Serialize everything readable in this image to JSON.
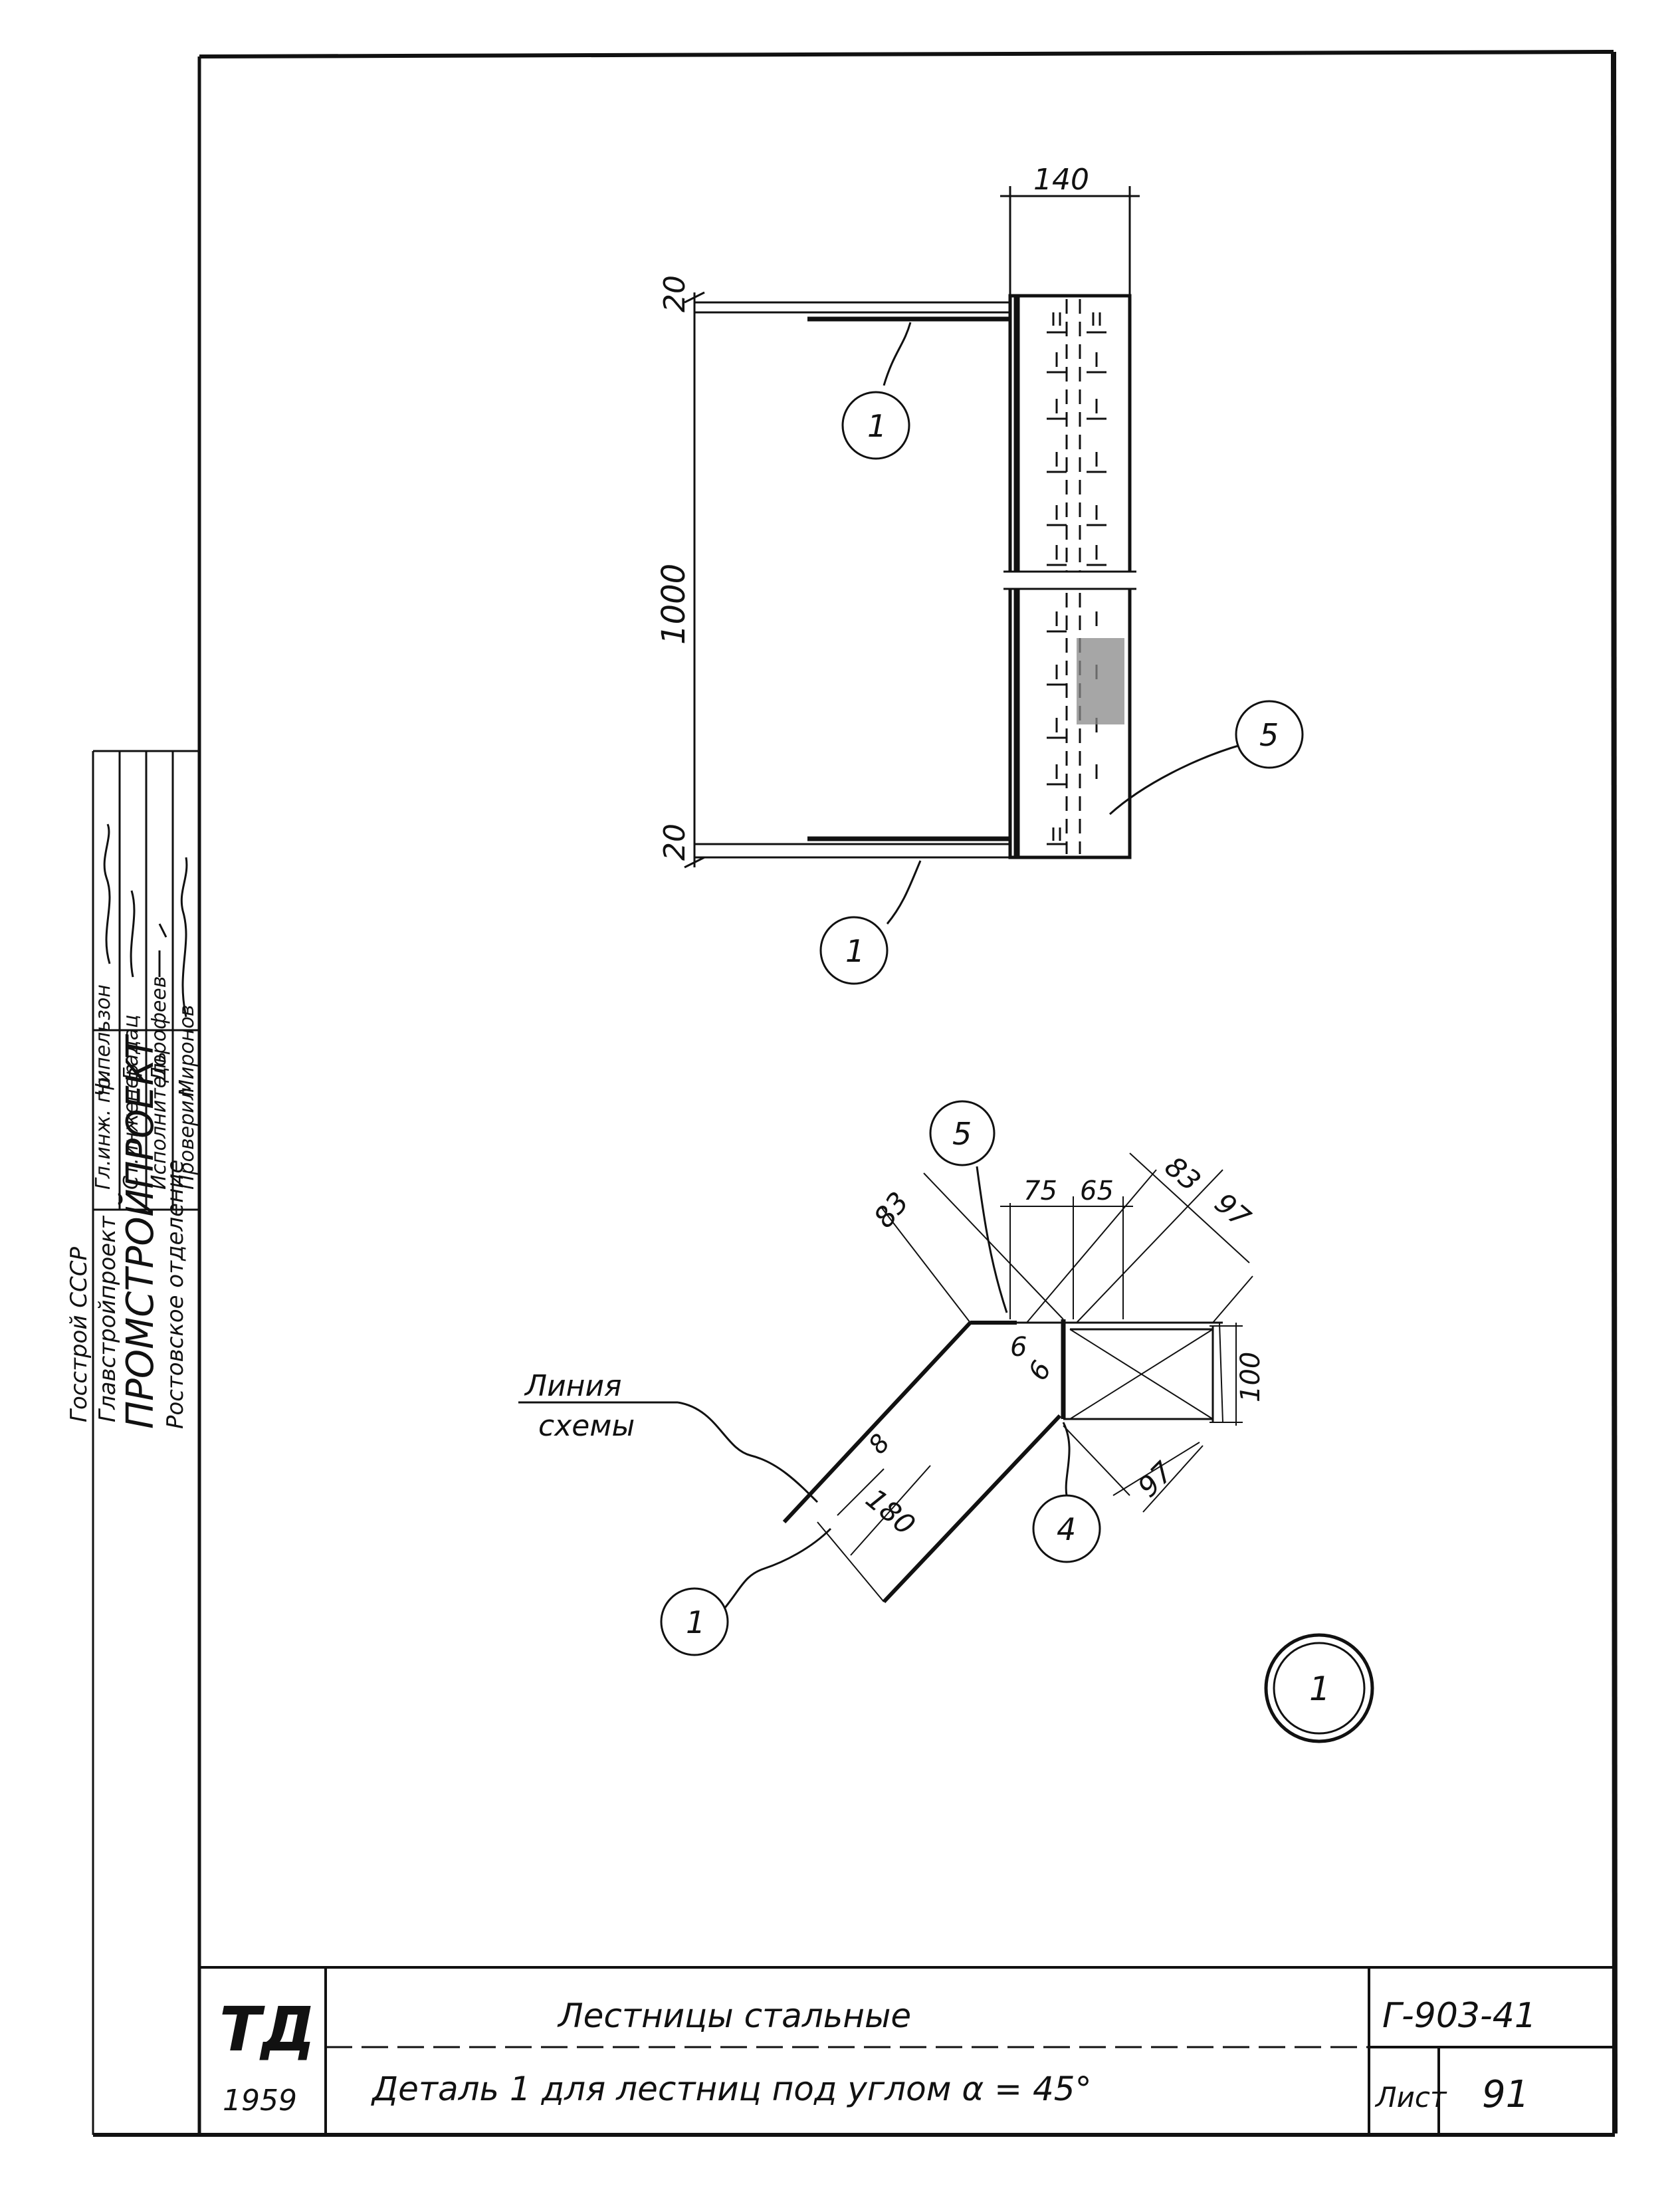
{
  "title_block": {
    "mark": "ТД",
    "year": "1959",
    "title": "Лестницы стальные",
    "subtitle": "Деталь 1 для лестниц под углом α = 45°",
    "code": "Г-903-41",
    "sheet_label": "Лист",
    "sheet_number": "91"
  },
  "org": {
    "line1": "Госстрой СССР",
    "line2": "Главстройпроект",
    "line3": "ПРОМСТРОЙПРОЕКТ",
    "line4": "Ростовское отделение"
  },
  "signatures": [
    {
      "role": "Гл.инж. пр.",
      "name": "Чипельзон"
    },
    {
      "role": "Ст.инженер",
      "name": "Бадац"
    },
    {
      "role": "Исполнитель",
      "name": "Дорофеев"
    },
    {
      "role": "Проверил",
      "name": "Миронов"
    }
  ],
  "top_view": {
    "dim_width": "140",
    "dim_height": "1000",
    "dim_top": "20",
    "dim_bottom": "20",
    "callout_top": "1",
    "callout_right": "5",
    "callout_bottom": "1"
  },
  "section_view": {
    "dims": [
      "83",
      "75",
      "65",
      "83",
      "97",
      "6",
      "6",
      "100",
      "97",
      "180",
      "8"
    ],
    "callout_top": "5",
    "callout_left": "1",
    "callout_bottom": "4",
    "scheme_label_1": "Линия",
    "scheme_label_2": "схемы"
  },
  "detail_label": "1",
  "colors": {
    "ink": "#111111",
    "paper": "#ffffff"
  }
}
